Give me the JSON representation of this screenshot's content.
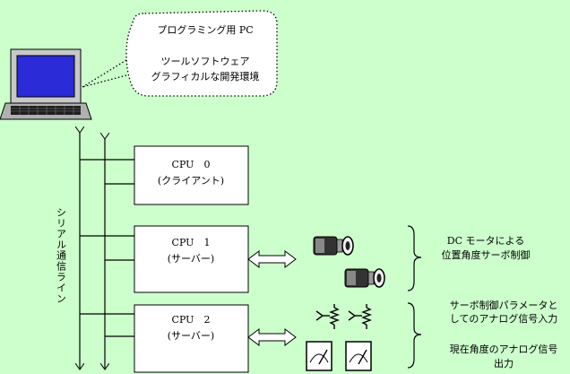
{
  "callout": {
    "line1": "プログラミング用 PC",
    "line2": "ツールソフトウェア",
    "line3": "グラフィカルな開発環境"
  },
  "serial_line_label": "シリアル通信ライン",
  "cpus": [
    {
      "name": "CPU　0",
      "role": "(クライアント)"
    },
    {
      "name": "CPU　1",
      "role": "(サーバー)"
    },
    {
      "name": "CPU　2",
      "role": "(サーバー)"
    }
  ],
  "descriptions": {
    "dc_motor_line1": "DC モータによる",
    "dc_motor_line2": "位置角度サーボ制御",
    "servo_param_line1": "サーボ制御パラメータと",
    "servo_param_line2": "してのアナログ信号入力",
    "angle_output_line1": "現在角度のアナログ信号",
    "angle_output_line2": "出力"
  },
  "colors": {
    "background": "#ccffcc",
    "box_fill": "#ffffff",
    "stroke": "#000000"
  }
}
